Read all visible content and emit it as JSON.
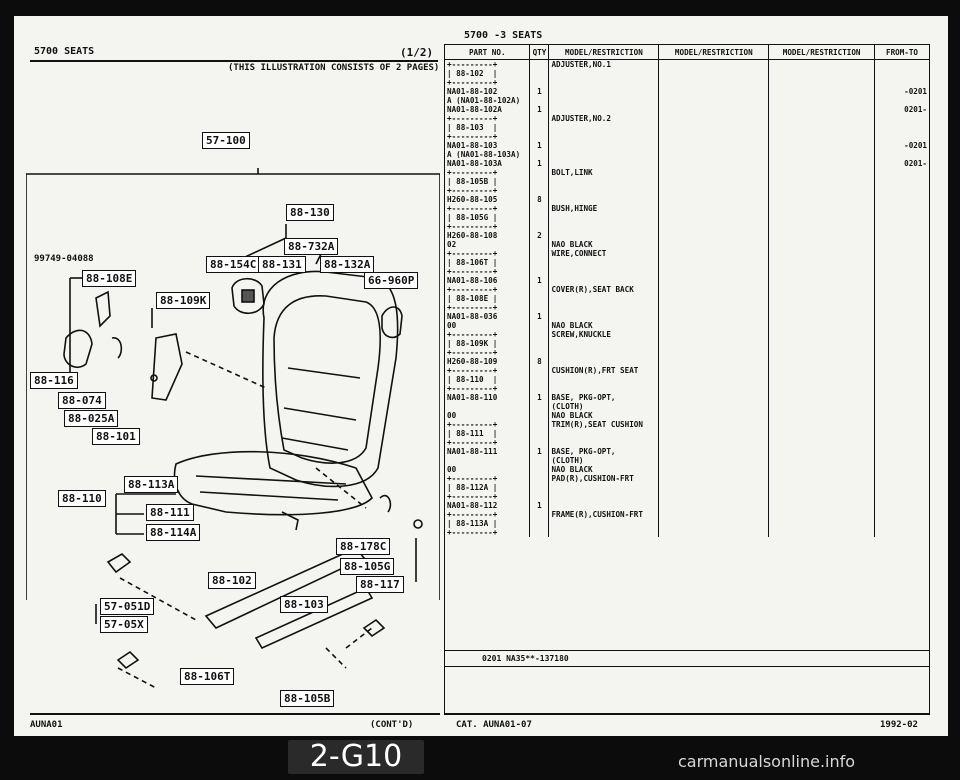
{
  "left_header": {
    "title": "5700    SEATS",
    "page_indicator": "(1/2)",
    "note": "(THIS ILLUSTRATION CONSISTS OF  2 PAGES)"
  },
  "right_header": {
    "title": "5700  -3   SEATS"
  },
  "diagram": {
    "number_tag": "99749-04088",
    "labels": {
      "l57100": "57-100",
      "l88130": "88-130",
      "l88732a": "88-732A",
      "l88154c": "88-154C",
      "l88131": "88-131",
      "l88132a": "88-132A",
      "l66960p": "66-960P",
      "l88108e": "88-108E",
      "l88109k": "88-109K",
      "l88116": "88-116",
      "l88074": "88-074",
      "l88025a": "88-025A",
      "l88101": "88-101",
      "l88113a": "88-113A",
      "l88110": "88-110",
      "l88111": "88-111",
      "l88114a": "88-114A",
      "l88178c": "88-178C",
      "l88105g": "88-105G",
      "l88117": "88-117",
      "l88102": "88-102",
      "l88103": "88-103",
      "l57051d": "57-051D",
      "l57051x": "57-05X",
      "l88106t": "88-106T",
      "l88105b": "88-105B"
    }
  },
  "table": {
    "headers": [
      "PART NO.",
      "QTY",
      "MODEL/RESTRICTION",
      "MODEL/RESTRICTION",
      "MODEL/RESTRICTION",
      "FROM-TO"
    ],
    "rows": [
      [
        "+---------+\n| 88-102  |\n+---------+",
        "",
        "ADJUSTER,NO.1",
        "",
        "",
        ""
      ],
      [
        "NA01-88-102\nA (NA01-88-102A)",
        "1",
        "",
        "",
        "",
        "-0201"
      ],
      [
        "NA01-88-102A",
        "1",
        "",
        "",
        "",
        "0201-"
      ],
      [
        "+---------+\n| 88-103  |\n+---------+",
        "",
        "ADJUSTER,NO.2",
        "",
        "",
        ""
      ],
      [
        "NA01-88-103\nA (NA01-88-103A)",
        "1",
        "",
        "",
        "",
        "-0201"
      ],
      [
        "NA01-88-103A",
        "1",
        "",
        "",
        "",
        "0201-"
      ],
      [
        "+---------+\n| 88-105B |\n+---------+",
        "",
        "BOLT,LINK",
        "",
        "",
        ""
      ],
      [
        "H260-88-105",
        "8",
        "",
        "",
        "",
        ""
      ],
      [
        "+---------+\n| 88-105G |\n+---------+",
        "",
        "BUSH,HINGE",
        "",
        "",
        ""
      ],
      [
        "H260-88-108",
        "2",
        "",
        "",
        "",
        ""
      ],
      [
        "02",
        "",
        "NAO BLACK",
        "",
        "",
        ""
      ],
      [
        "+---------+\n| 88-106T |\n+---------+",
        "",
        "WIRE,CONNECT",
        "",
        "",
        ""
      ],
      [
        "NA01-88-106",
        "1",
        "",
        "",
        "",
        ""
      ],
      [
        "+---------+\n| 88-108E |\n+---------+",
        "",
        "COVER(R),SEAT BACK",
        "",
        "",
        ""
      ],
      [
        "NA01-88-036",
        "1",
        "",
        "",
        "",
        ""
      ],
      [
        "00",
        "",
        "NAO BLACK",
        "",
        "",
        ""
      ],
      [
        "+---------+\n| 88-109K |\n+---------+",
        "",
        "SCREW,KNUCKLE",
        "",
        "",
        ""
      ],
      [
        "H260-88-109",
        "8",
        "",
        "",
        "",
        ""
      ],
      [
        "+---------+\n| 88-110  |\n+---------+",
        "",
        "CUSHION(R),FRT SEAT",
        "",
        "",
        ""
      ],
      [
        "NA01-88-110",
        "1",
        "BASE, PKG-OPT,\n(CLOTH)",
        "",
        "",
        ""
      ],
      [
        "00",
        "",
        "NAO BLACK",
        "",
        "",
        ""
      ],
      [
        "+---------+\n| 88-111  |\n+---------+",
        "",
        "TRIM(R),SEAT CUSHION",
        "",
        "",
        ""
      ],
      [
        "NA01-88-111",
        "1",
        "BASE, PKG-OPT,\n(CLOTH)",
        "",
        "",
        ""
      ],
      [
        "00",
        "",
        "NAO BLACK",
        "",
        "",
        ""
      ],
      [
        "+---------+\n| 88-112A |\n+---------+",
        "",
        "PAD(R),CUSHION-FRT",
        "",
        "",
        ""
      ],
      [
        "NA01-88-112",
        "1",
        "",
        "",
        "",
        ""
      ],
      [
        "+---------+\n| 88-113A |\n+---------+",
        "",
        "FRAME(R),CUSHION-FRT",
        "",
        "",
        ""
      ]
    ],
    "footer": "0201 NA35**-137180"
  },
  "footers": {
    "left": "AUNA01",
    "left_cont": "(CONT'D)",
    "cat": "CAT. AUNA01-07",
    "date": "1992-02"
  },
  "badge": "2-G10",
  "watermark": "carmanualsonline.info"
}
